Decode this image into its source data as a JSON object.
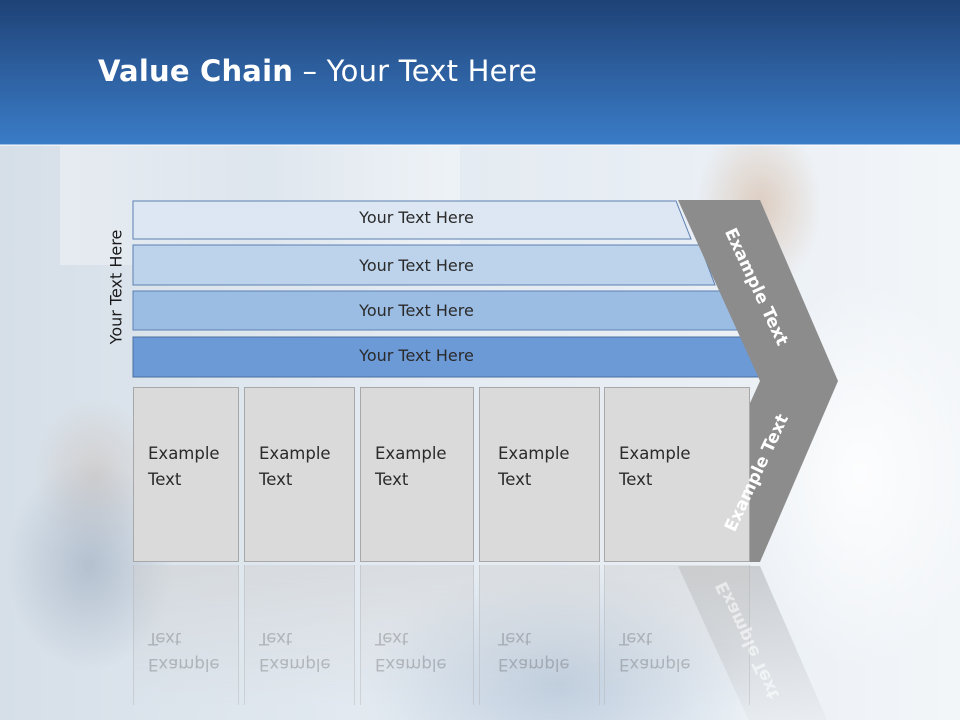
{
  "header": {
    "title_bold": "Value Chain",
    "title_rest": " – Your Text Here"
  },
  "side_label": "Your Text Here",
  "bars": [
    {
      "label": "Your Text Here",
      "color": "#dce7f3"
    },
    {
      "label": "Your Text Here",
      "color": "#bcd3eb"
    },
    {
      "label": "Your Text Here",
      "color": "#9bbce3"
    },
    {
      "label": "Your Text Here",
      "color": "#6b9ad6"
    }
  ],
  "boxes": [
    {
      "line1": "Example",
      "line2": "Text"
    },
    {
      "line1": "Example",
      "line2": "Text"
    },
    {
      "line1": "Example",
      "line2": "Text"
    },
    {
      "line1": "Example",
      "line2": "Text"
    },
    {
      "line1": "Example",
      "line2": "Text"
    }
  ],
  "arrow": {
    "top_label": "Example Text",
    "bottom_label": "Example Text",
    "color": "#8c8c8c"
  },
  "colors": {
    "header_dark": "#1e4276",
    "header_light": "#3a7cc7",
    "box_fill": "#dadada"
  }
}
